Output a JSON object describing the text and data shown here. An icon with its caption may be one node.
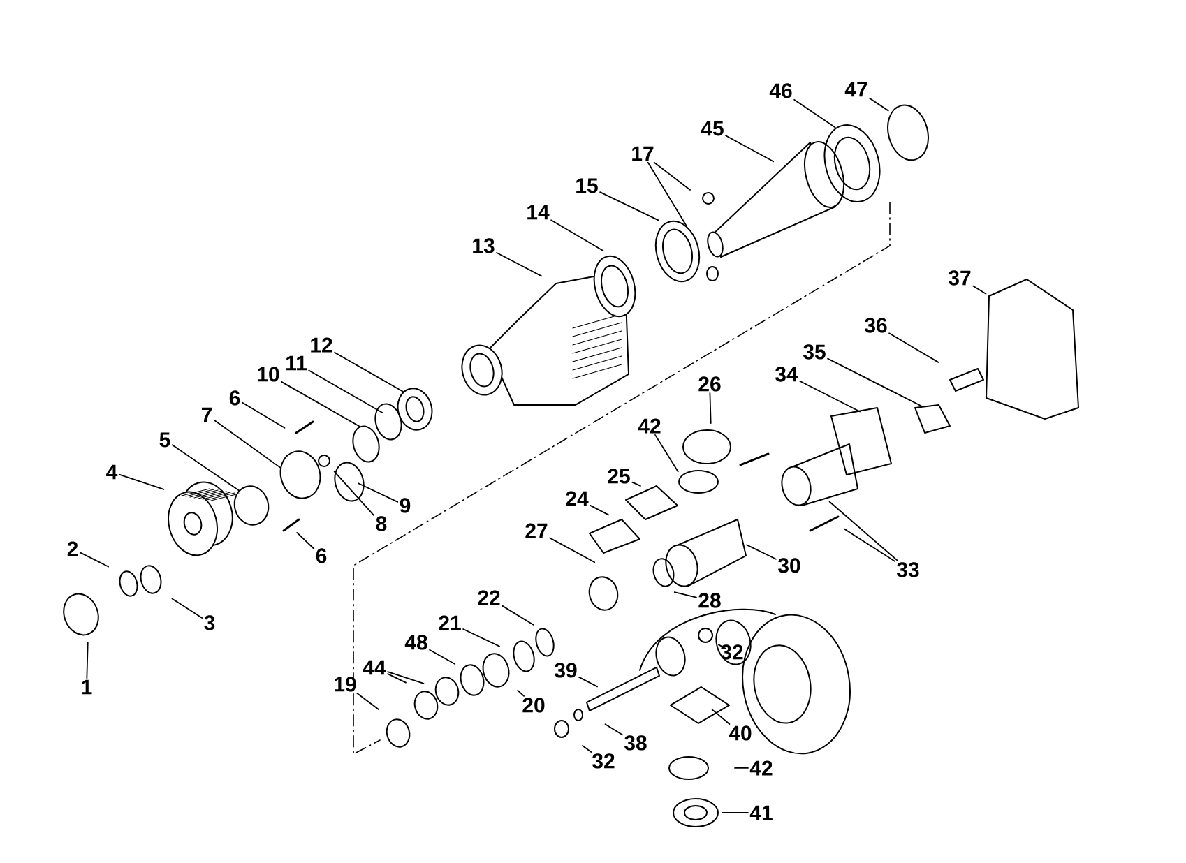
{
  "diagram": {
    "nodes": [
      {
        "text": [
          "47"
        ]
      },
      {
        "text": [
          "46"
        ]
      },
      {
        "text": [
          "45"
        ]
      },
      {
        "text": [
          "17"
        ]
      },
      {
        "text": [
          "15"
        ]
      },
      {
        "text": [
          "14"
        ]
      },
      {
        "text": [
          "13"
        ]
      },
      {
        "text": [
          "37"
        ]
      },
      {
        "text": [
          "12"
        ]
      },
      {
        "text": [
          "11"
        ]
      },
      {
        "text": [
          "10"
        ]
      },
      {
        "text": [
          "36"
        ]
      },
      {
        "text": [
          "6"
        ]
      },
      {
        "text": [
          "7"
        ]
      },
      {
        "text": [
          "35"
        ]
      },
      {
        "text": [
          "34"
        ]
      },
      {
        "text": [
          "26"
        ]
      },
      {
        "text": [
          "5"
        ]
      },
      {
        "text": [
          "42"
        ]
      },
      {
        "text": [
          "4"
        ]
      },
      {
        "text": [
          "25"
        ]
      },
      {
        "text": [
          "24"
        ]
      },
      {
        "text": [
          "9"
        ]
      },
      {
        "text": [
          "8"
        ]
      },
      {
        "text": [
          "2"
        ]
      },
      {
        "text": [
          "27"
        ]
      },
      {
        "text": [
          "6"
        ]
      },
      {
        "text": [
          "30"
        ]
      },
      {
        "text": [
          "33"
        ]
      },
      {
        "text": [
          "28"
        ]
      },
      {
        "text": [
          "3"
        ]
      },
      {
        "text": [
          "22"
        ]
      },
      {
        "text": [
          "21"
        ]
      },
      {
        "text": [
          "48"
        ]
      },
      {
        "text": [
          "32"
        ]
      },
      {
        "text": [
          "44"
        ]
      },
      {
        "text": [
          "39"
        ]
      },
      {
        "text": [
          "19"
        ]
      },
      {
        "text": [
          "1"
        ]
      },
      {
        "text": [
          "20"
        ]
      },
      {
        "text": [
          "40"
        ]
      },
      {
        "text": [
          "38"
        ]
      },
      {
        "text": [
          "32"
        ]
      },
      {
        "text": [
          "42"
        ]
      },
      {
        "text": [
          "41"
        ]
      }
    ],
    "edges": [
      {
        "from": 0,
        "to": null,
        "arrow": "none"
      },
      {
        "from": 1,
        "to": null,
        "arrow": "none"
      },
      {
        "from": 2,
        "to": null,
        "arrow": "none"
      },
      {
        "from": 3,
        "to": null,
        "arrow": "none"
      },
      {
        "from": 3,
        "to": null,
        "arrow": "none"
      },
      {
        "from": 4,
        "to": null,
        "arrow": "none"
      },
      {
        "from": 5,
        "to": null,
        "arrow": "none"
      },
      {
        "from": 6,
        "to": null,
        "arrow": "none"
      },
      {
        "from": 7,
        "to": null,
        "arrow": "none"
      },
      {
        "from": 8,
        "to": null,
        "arrow": "none"
      },
      {
        "from": 9,
        "to": null,
        "arrow": "none"
      },
      {
        "from": 10,
        "to": null,
        "arrow": "none"
      },
      {
        "from": 11,
        "to": null,
        "arrow": "none"
      },
      {
        "from": 12,
        "to": null,
        "arrow": "none"
      },
      {
        "from": 13,
        "to": null,
        "arrow": "none"
      },
      {
        "from": 14,
        "to": null,
        "arrow": "none"
      },
      {
        "from": 15,
        "to": null,
        "arrow": "none"
      },
      {
        "from": 16,
        "to": null,
        "arrow": "none"
      },
      {
        "from": 17,
        "to": null,
        "arrow": "none"
      },
      {
        "from": 18,
        "to": null,
        "arrow": "none"
      },
      {
        "from": 19,
        "to": null,
        "arrow": "none"
      },
      {
        "from": 20,
        "to": null,
        "arrow": "none"
      },
      {
        "from": 21,
        "to": null,
        "arrow": "none"
      },
      {
        "from": 22,
        "to": null,
        "arrow": "none"
      },
      {
        "from": 23,
        "to": null,
        "arrow": "none"
      },
      {
        "from": 24,
        "to": null,
        "arrow": "none"
      },
      {
        "from": 25,
        "to": null,
        "arrow": "none"
      },
      {
        "from": 26,
        "to": null,
        "arrow": "none"
      },
      {
        "from": 27,
        "to": null,
        "arrow": "none"
      },
      {
        "from": 28,
        "to": null,
        "arrow": "none"
      },
      {
        "from": 28,
        "to": null,
        "arrow": "none"
      },
      {
        "from": 29,
        "to": null,
        "arrow": "none"
      },
      {
        "from": 30,
        "to": null,
        "arrow": "none"
      },
      {
        "from": 31,
        "to": null,
        "arrow": "none"
      },
      {
        "from": 32,
        "to": null,
        "arrow": "none"
      },
      {
        "from": 33,
        "to": null,
        "arrow": "none"
      },
      {
        "from": 34,
        "to": null,
        "arrow": "none"
      },
      {
        "from": 35,
        "to": null,
        "arrow": "none"
      },
      {
        "from": 35,
        "to": null,
        "arrow": "none"
      },
      {
        "from": 36,
        "to": null,
        "arrow": "none"
      },
      {
        "from": 37,
        "to": null,
        "arrow": "none"
      },
      {
        "from": 38,
        "to": null,
        "arrow": "none"
      },
      {
        "from": 39,
        "to": null,
        "arrow": "none"
      },
      {
        "from": 40,
        "to": null,
        "arrow": "none"
      },
      {
        "from": 41,
        "to": null,
        "arrow": "none"
      },
      {
        "from": 42,
        "to": null,
        "arrow": "none"
      },
      {
        "from": 43,
        "to": null,
        "arrow": "none"
      },
      {
        "from": 44,
        "to": null,
        "arrow": "none"
      }
    ]
  }
}
